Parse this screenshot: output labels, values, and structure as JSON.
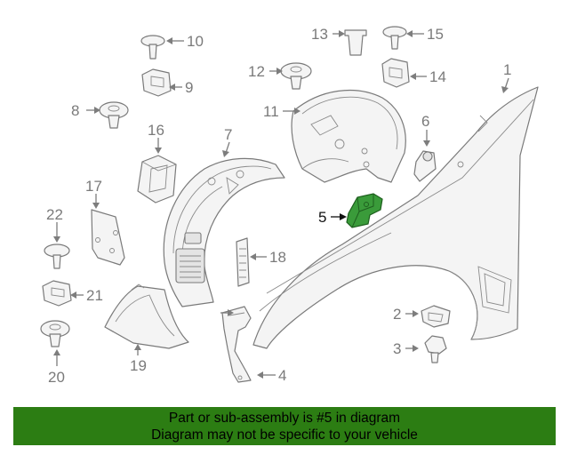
{
  "callouts": {
    "c1": "1",
    "c2": "2",
    "c3": "3",
    "c4": "4",
    "c5": "5",
    "c6": "6",
    "c7": "7",
    "c8": "8",
    "c9": "9",
    "c10": "10",
    "c11": "11",
    "c12": "12",
    "c13": "13",
    "c14": "14",
    "c15": "15",
    "c16": "16",
    "c17": "17",
    "c18": "18",
    "c19": "19",
    "c20": "20",
    "c21": "21",
    "c22": "22"
  },
  "highlighted_part": "5",
  "banner": {
    "line1": "Part or sub-assembly is #5 in diagram",
    "line2": "Diagram may not be specific to your vehicle"
  },
  "colors": {
    "highlight": "#3a9b3a",
    "banner_background": "#2c7d13",
    "line_art": "#7a7a7a"
  }
}
